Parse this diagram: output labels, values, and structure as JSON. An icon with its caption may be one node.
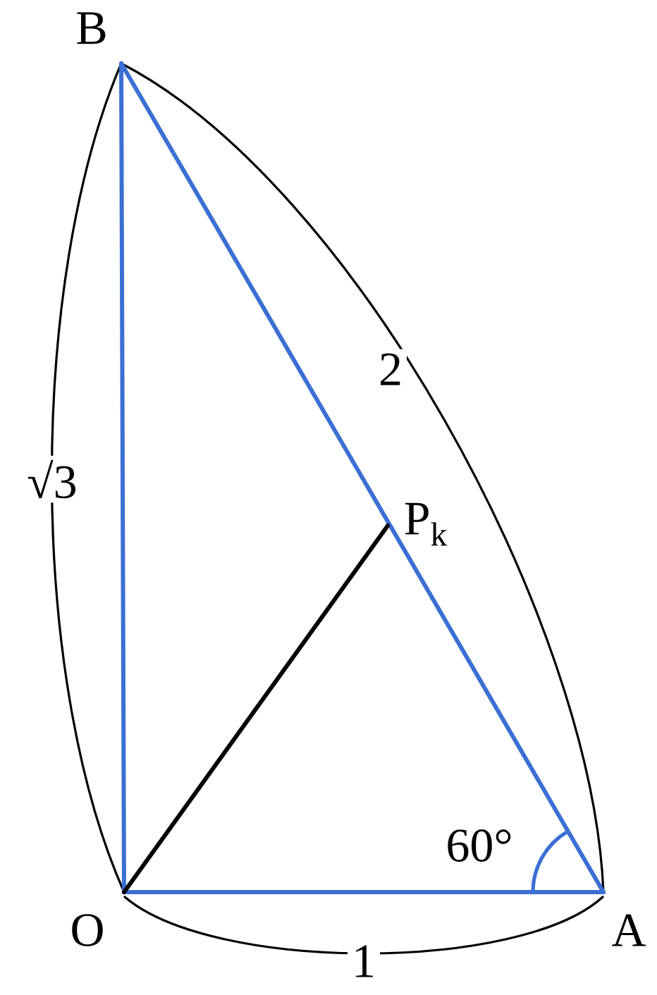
{
  "diagram": {
    "nodes": [
      {
        "text": [
          "B"
        ]
      },
      {
        "text": [
          "P$_{k}$"
        ]
      },
      {
        "text": [
          "O"
        ]
      },
      {
        "text": [
          "A"
        ]
      }
    ],
    "edges": [
      {
        "from": 2,
        "to": 3,
        "arrow": "none"
      },
      {
        "from": 2,
        "to": 0,
        "arrow": "none"
      },
      {
        "from": 0,
        "to": 3,
        "arrow": "none"
      },
      {
        "from": 2,
        "to": 1,
        "arrow": "none",
        "color": "#000000"
      }
    ],
    "labels": [
      "2",
      "√3",
      "60°",
      "1"
    ]
  }
}
